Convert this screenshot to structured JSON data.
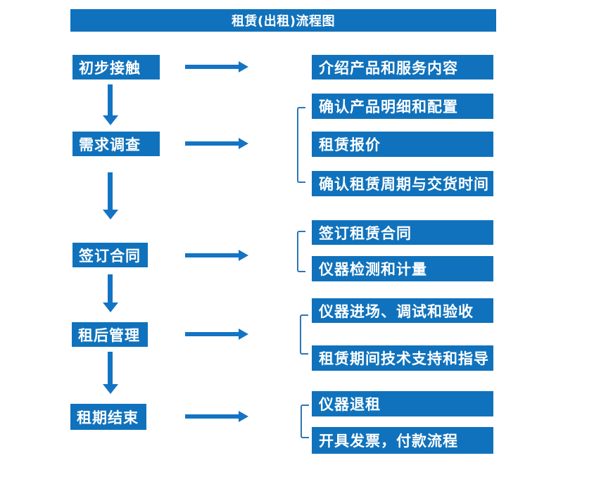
{
  "title": "租赁(出租)流程图",
  "colors": {
    "primary": "#1072BC",
    "arrow": "#1374C4",
    "bracket": "#2E75B6",
    "text_on_primary": "#FFFFFF",
    "canvas": "#FFFFFF"
  },
  "stages": [
    {
      "label": "初步接触",
      "outputs": [
        "介绍产品和服务内容"
      ]
    },
    {
      "label": "需求调查",
      "outputs": [
        "确认产品明细和配置",
        "租赁报价",
        "确认租赁周期与交货时间"
      ]
    },
    {
      "label": "签订合同",
      "outputs": [
        "签订租赁合同",
        "仪器检测和计量"
      ]
    },
    {
      "label": "租后管理",
      "outputs": [
        "仪器进场、调试和验收",
        "租赁期间技术支持和指导"
      ]
    },
    {
      "label": "租期结束",
      "outputs": [
        "仪器退租",
        "开具发票，付款流程"
      ]
    }
  ]
}
